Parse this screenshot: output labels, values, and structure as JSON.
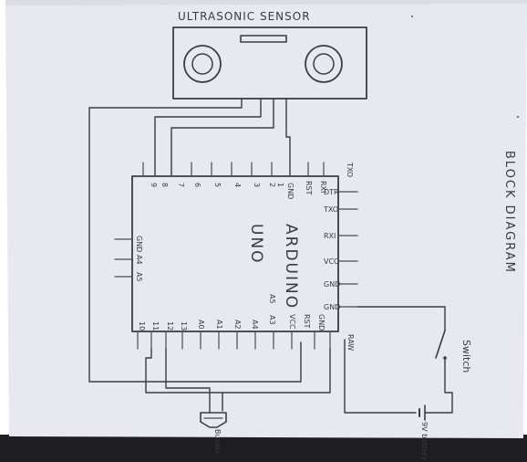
{
  "title_top": "ULTRASONIC SENSOR",
  "title_side": "BLOCK DIAGRAM",
  "board": {
    "name": "ARDUINO",
    "model": "UNO"
  },
  "top_pins": [
    "9",
    "8",
    "7",
    "6",
    "5",
    "4",
    "3",
    "2",
    "1",
    "GND",
    "RST",
    "RXI",
    "TXO"
  ],
  "right_pins": [
    "DTR",
    "TXO",
    "RXI",
    "VCC",
    "GND",
    "GND"
  ],
  "left_pins": [
    "GND",
    "A4",
    "A5"
  ],
  "bottom_pins": [
    "10",
    "11",
    "12",
    "13",
    "A0",
    "A1",
    "A2",
    "A3",
    "A4",
    "A5",
    "VCC",
    "RST",
    "GND",
    "RAW"
  ],
  "components": {
    "switch": "Switch",
    "battery": "9V battery",
    "buzzer": "Buzzer"
  }
}
